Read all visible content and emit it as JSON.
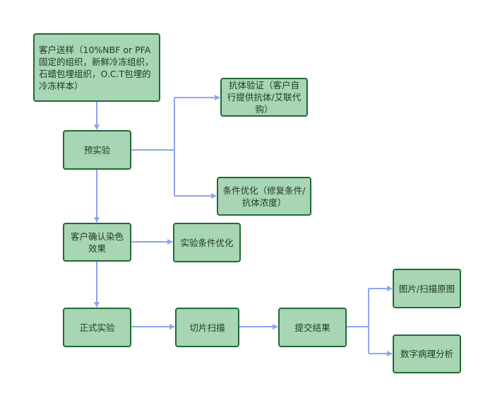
{
  "colors": {
    "node_fill": "#a8d5b4",
    "node_border": "#1f6b36",
    "arrow": "#8ea6ee"
  },
  "nodes": {
    "sample": "客户送样（10%NBF or PFA固定的组织，新鲜冷冻组织，石蜡包埋组织，O.C.T包埋的冷冻样本）",
    "pre_experiment": "预实验",
    "antibody_validation": "抗体验证（客户自行提供抗体/艾联代购）",
    "condition_optimization": "条件优化（修复条件/抗体浓度）",
    "confirm_staining": "客户确认染色效果",
    "experiment_condition_optimization": "实验条件优化",
    "formal_experiment": "正式实验",
    "slide_scan": "切片扫描",
    "submit_results": "提交结果",
    "images": "图片/扫描原图",
    "digital_pathology": "数字病理分析"
  }
}
